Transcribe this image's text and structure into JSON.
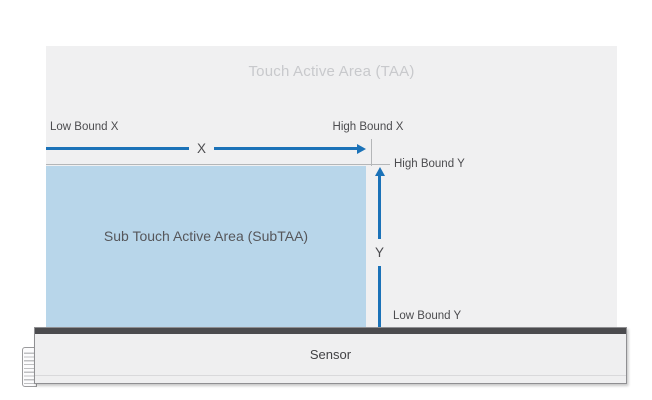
{
  "colors": {
    "arrow": "#1b72b8",
    "taa_fill": "#f0f0f1",
    "subtaa_fill": "#b8d6ea",
    "sensor_bar": "#4b4b4e",
    "label_text": "#4c4c4f",
    "taa_title_text": "#c8c9cc"
  },
  "diagram": {
    "taa_title": "Touch Active Area (TAA)",
    "subtaa_title": "Sub Touch Active Area (SubTAA)",
    "bounds": {
      "low_x": "Low Bound X",
      "high_x": "High Bound X",
      "high_y": "High Bound Y",
      "low_y": "Low Bound Y"
    },
    "axes": {
      "x": "X",
      "y": "Y"
    },
    "sensor": {
      "label": "Sensor"
    }
  }
}
